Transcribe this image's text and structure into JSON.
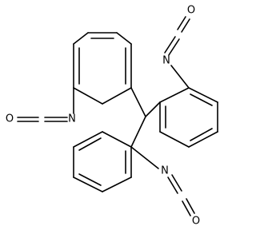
{
  "molecule": {
    "atoms": {
      "O1": "O",
      "N1": "N",
      "O2": "O",
      "N2": "N",
      "N3": "N",
      "O3": "O"
    }
  }
}
